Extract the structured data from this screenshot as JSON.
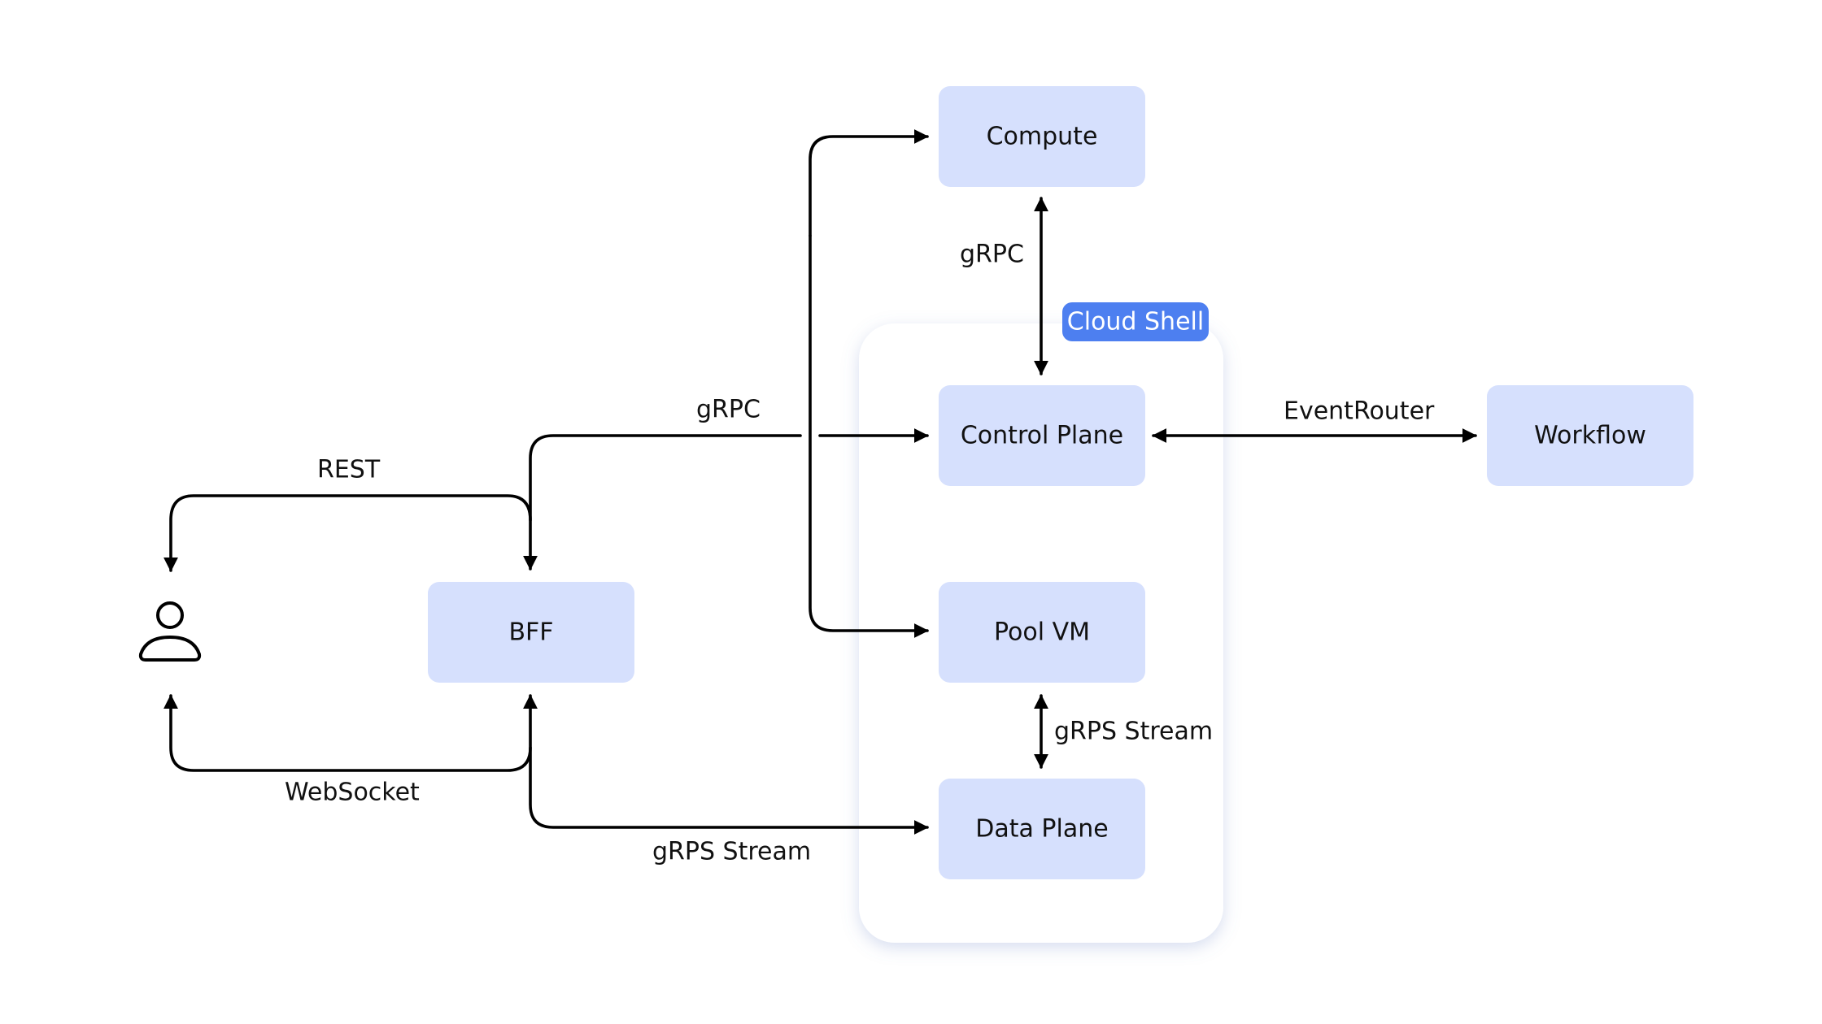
{
  "group": {
    "label": "Cloud Shell",
    "color": "#4d7ff0"
  },
  "nodes": {
    "compute": "Compute",
    "control_plane": "Control Plane",
    "pool_vm": "Pool VM",
    "data_plane": "Data Plane",
    "workflow": "Workflow",
    "bff": "BFF"
  },
  "edges": {
    "compute_control": "gRPC",
    "bff_control": "gRPC",
    "control_workflow": "EventRouter",
    "user_bff_rest": "REST",
    "bff_user_websocket": "WebSocket",
    "pool_data_stream": "gRPS Stream",
    "bff_data_stream": "gRPS Stream"
  },
  "icons": {
    "user": "user-icon"
  },
  "colors": {
    "node_fill": "#d6e0fd",
    "connector": "#000000"
  }
}
